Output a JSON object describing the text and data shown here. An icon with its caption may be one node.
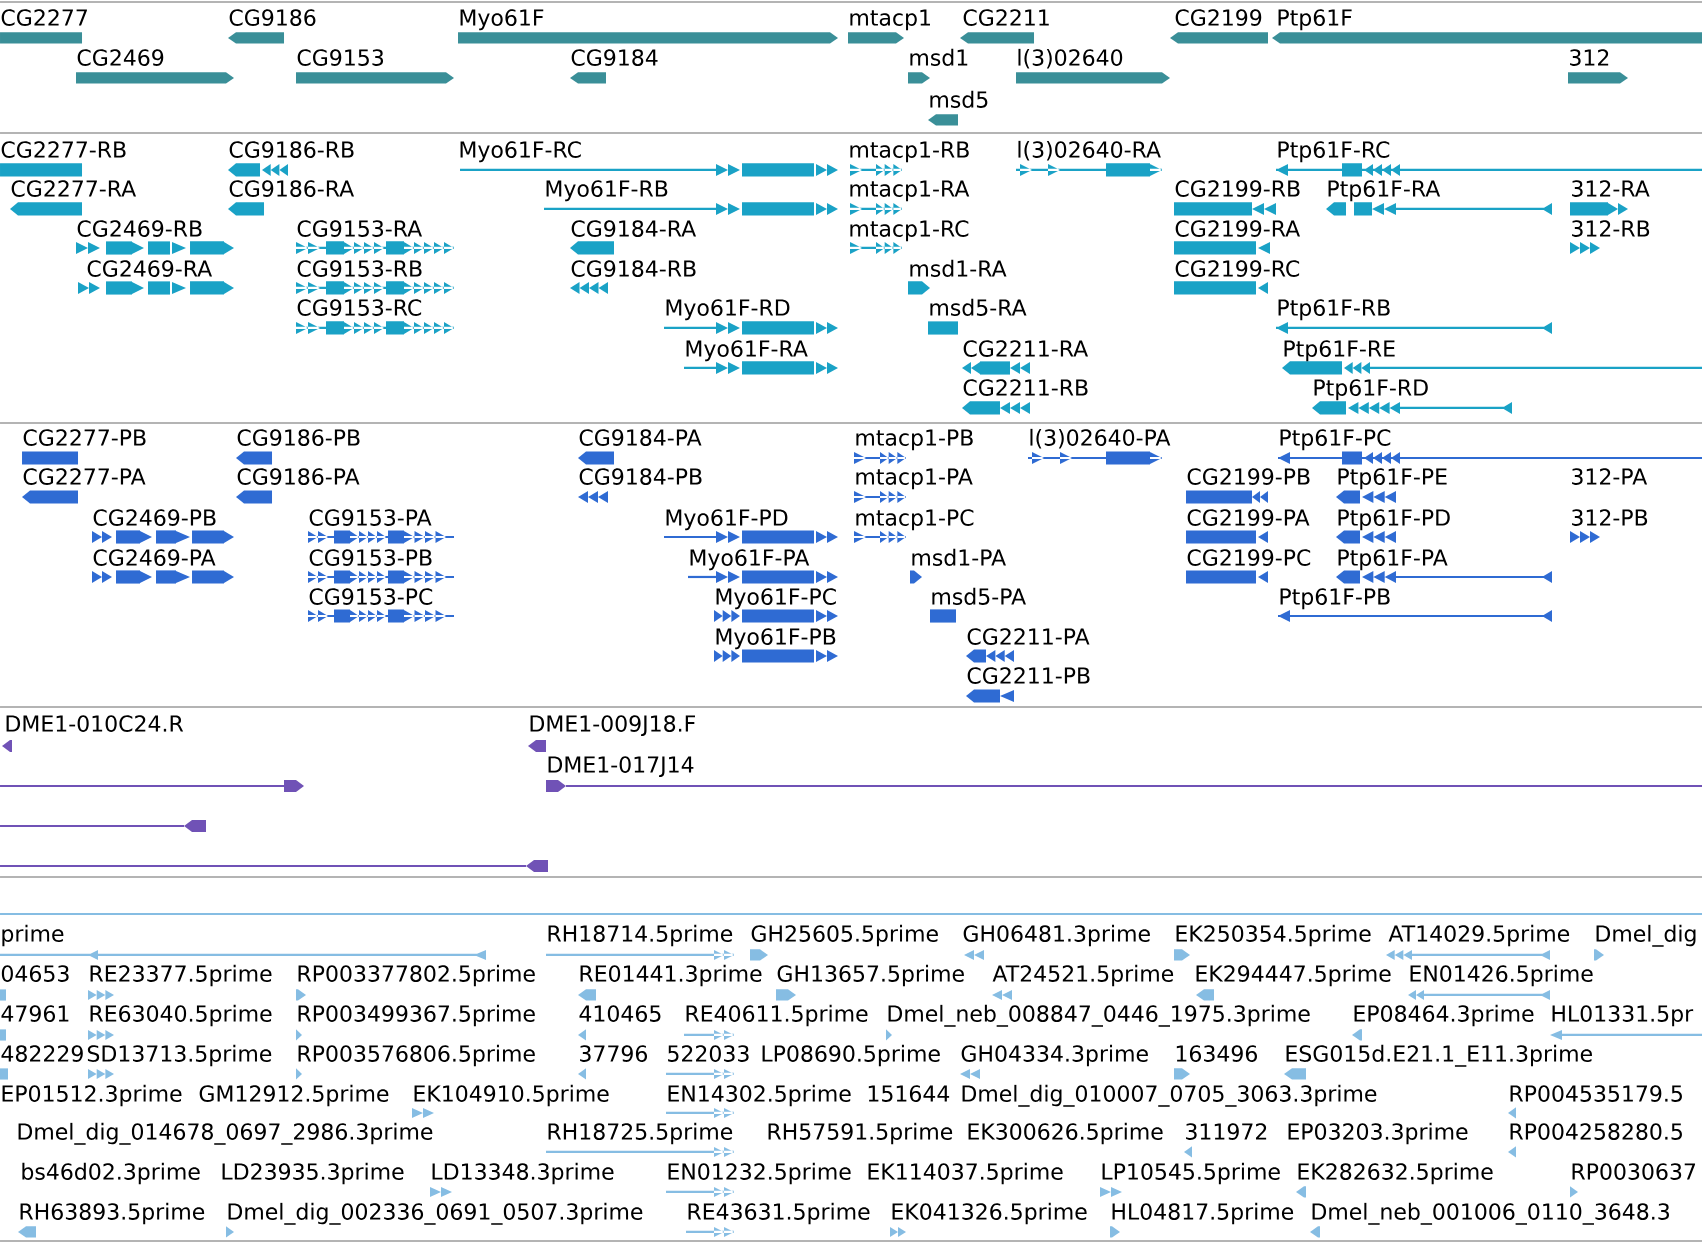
{
  "diagram": {
    "labels": [
      "CG2277",
      "CG9186",
      "Myo61F",
      "mtacp1",
      "CG2211",
      "CG2199",
      "Ptp61F",
      "CG2469",
      "CG9153",
      "CG9184",
      "msd1",
      "l(3)02640",
      "312",
      "msd5",
      "CG2277-RB",
      "CG9186-RB",
      "Myo61F-RC",
      "mtacp1-RB",
      "l(3)02640-RA",
      "Ptp61F-RC",
      "CG2277-RA",
      "CG9186-RA",
      "Myo61F-RB",
      "mtacp1-RA",
      "CG2199-RB",
      "Ptp61F-RA",
      "312-RA",
      "CG2469-RB",
      "CG9153-RA",
      "CG9184-RA",
      "mtacp1-RC",
      "CG2199-RA",
      "312-RB",
      "CG2469-RA",
      "CG9153-RB",
      "CG9184-RB",
      "msd1-RA",
      "CG2199-RC",
      "CG9153-RC",
      "Myo61F-RD",
      "msd5-RA",
      "Ptp61F-RB",
      "Myo61F-RA",
      "CG2211-RA",
      "Ptp61F-RE",
      "CG2211-RB",
      "Ptp61F-RD",
      "CG2277-PB",
      "CG9186-PB",
      "CG9184-PA",
      "mtacp1-PB",
      "l(3)02640-PA",
      "Ptp61F-PC",
      "CG2277-PA",
      "CG9186-PA",
      "CG9184-PB",
      "mtacp1-PA",
      "CG2199-PB",
      "Ptp61F-PE",
      "312-PA",
      "CG2469-PB",
      "CG9153-PA",
      "Myo61F-PD",
      "mtacp1-PC",
      "CG2199-PA",
      "Ptp61F-PD",
      "312-PB",
      "CG2469-PA",
      "CG9153-PB",
      "Myo61F-PA",
      "msd1-PA",
      "CG2199-PC",
      "Ptp61F-PA",
      "CG9153-PC",
      "Myo61F-PC",
      "msd5-PA",
      "Ptp61F-PB",
      "Myo61F-PB",
      "CG2211-PA",
      "CG2211-PB",
      "DME1-010C24.R",
      "DME1-009J18.F",
      "DME1-017J14",
      "prime",
      "RH18714.5prime",
      "GH25605.5prime",
      "GH06481.3prime",
      "EK250354.5prime",
      "AT14029.5prime",
      "Dmel_dig",
      "04653",
      "RE23377.5prime",
      "RP003377802.5prime",
      "RE01441.3prime",
      "GH13657.5prime",
      "AT24521.5prime",
      "EK294447.5prime",
      "EN01426.5prime",
      "47961",
      "RE63040.5prime",
      "RP003499367.5prime",
      "410465",
      "RE40611.5prime",
      "Dmel_neb_008847_0446_1975.3prime",
      "EP08464.3prime",
      "HL01331.5pr",
      "482229",
      "SD13713.5prime",
      "RP003576806.5prime",
      "37796",
      "522033",
      "LP08690.5prime",
      "GH04334.3prime",
      "163496",
      "ESG015d.E21.1_E11.3prime",
      "EP01512.3prime",
      "GM12912.5prime",
      "EK104910.5prime",
      "EN14302.5prime",
      "151644",
      "Dmel_dig_010007_0705_3063.3prime",
      "RP004535179.5",
      "Dmel_dig_014678_0697_2986.3prime",
      "RH18725.5prime",
      "RH57591.5prime",
      "EK300626.5prime",
      "311972",
      "EP03203.3prime",
      "RP004258280.5",
      "bs46d02.3prime",
      "LD23935.3prime",
      "LD13348.3prime",
      "EN01232.5prime",
      "EK114037.5prime",
      "LP10545.5prime",
      "EK282632.5prime",
      "RP0030637",
      "RH63893.5prime",
      "Dmel_dig_002336_0691_0507.3prime",
      "RE43631.5prime",
      "EK041326.5prime",
      "HL04817.5prime",
      "Dmel_neb_001006_0110_3648.3"
    ]
  }
}
